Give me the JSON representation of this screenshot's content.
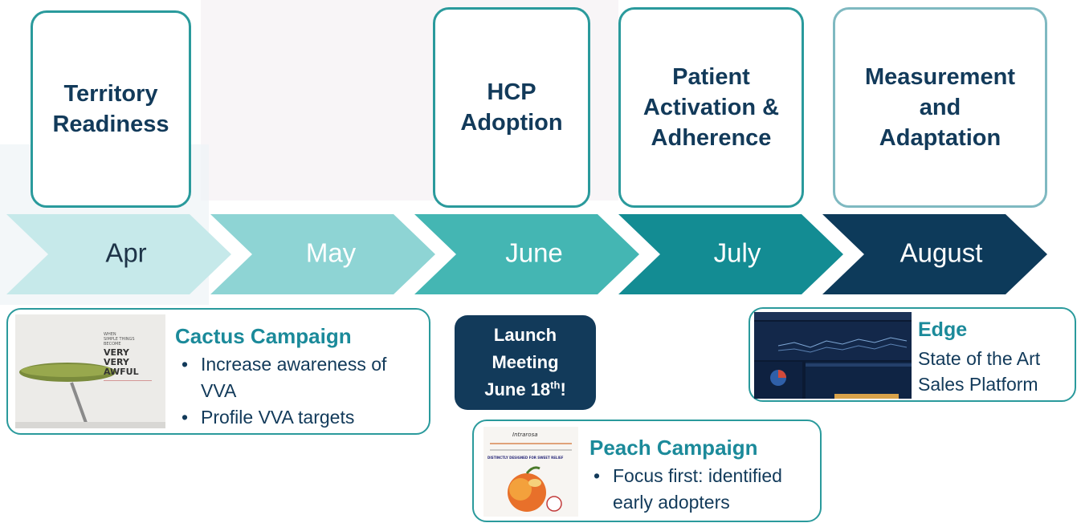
{
  "phases": [
    {
      "id": "territory",
      "lines": [
        "Territory",
        "Readiness"
      ]
    },
    {
      "id": "hcp",
      "lines": [
        "HCP",
        "Adoption"
      ]
    },
    {
      "id": "patient",
      "lines": [
        "Patient",
        "Activation &",
        "Adherence"
      ]
    },
    {
      "id": "measurement",
      "lines": [
        "Measurement",
        "and",
        "Adaptation"
      ]
    }
  ],
  "timeline": [
    {
      "label": "Apr",
      "fill": "#c6e9ea",
      "text_color": "#1e3448"
    },
    {
      "label": "May",
      "fill": "#8ed4d4",
      "text_color": "#ffffff"
    },
    {
      "label": "June",
      "fill": "#44b6b3",
      "text_color": "#ffffff"
    },
    {
      "label": "July",
      "fill": "#138c93",
      "text_color": "#ffffff"
    },
    {
      "label": "August",
      "fill": "#0d3a5a",
      "text_color": "#ffffff"
    }
  ],
  "cactus": {
    "title": "Cactus Campaign",
    "bullets": [
      "Increase awareness of VVA",
      "Profile VVA targets"
    ],
    "thumb_text": {
      "top": [
        "WHEN",
        "SIMPLE THINGS",
        "BECOME"
      ],
      "big": [
        "VERY",
        "VERY",
        "AWFUL"
      ]
    }
  },
  "launch": {
    "line1": "Launch",
    "line2": "Meeting",
    "line3_main": "June 18",
    "line3_sup": "th",
    "line3_end": "!"
  },
  "edge": {
    "title": "Edge",
    "lines": [
      "State of the Art",
      "Sales Platform"
    ]
  },
  "peach": {
    "title": "Peach Campaign",
    "bullets": [
      "Focus first: identified early adopters"
    ],
    "thumb_text": {
      "brand": "Intrarosa",
      "headline": "DISTINCTLY DESIGNED FOR SWEET RELIEF"
    }
  },
  "colors": {
    "accent": "#2a9a9c",
    "navy": "#123a5a",
    "title_teal": "#1b8a9a"
  }
}
